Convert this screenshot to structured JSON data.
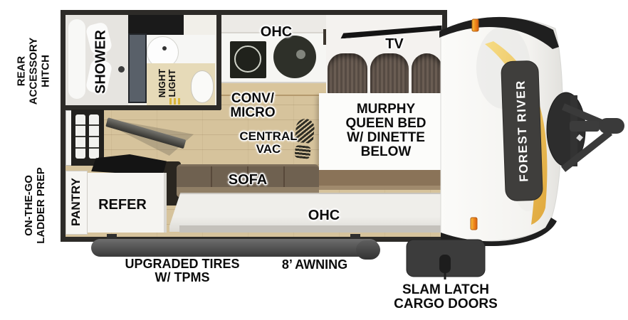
{
  "title": "Forest River travel trailer floor plan",
  "brand": "FOREST RIVER",
  "exterior_labels": {
    "rear_hitch": "REAR\nACCESSORY\nHITCH",
    "ladder_prep": "ON-THE-GO\nLADDER PREP",
    "tires": "UPGRADED TIRES\nW/ TPMS",
    "awning": "8’ AWNING",
    "cargo": "SLAM LATCH\nCARGO DOORS"
  },
  "room_labels": {
    "shower": "SHOWER",
    "night_light": "NIGHT\nLIGHT",
    "ohc_kitchen": "OHC",
    "tv": "TV",
    "conv_micro": "CONV/\nMICRO",
    "central_vac": "CENTRAL\nVAC",
    "murphy_bed": "MURPHY\nQUEEN BED\nW/ DINETTE\nBELOW",
    "pantry": "PANTRY",
    "refer": "REFER",
    "sofa": "SOFA",
    "ohc_sidewall": "OHC"
  },
  "colors": {
    "wall": "#2d2b28",
    "floor_wood": "#d6c39c",
    "accent_gold": "#e8b94d",
    "brand_panel": "#3f3e3c",
    "sofa_brown": "#6f6150",
    "marker_light": "#f08a1d"
  }
}
